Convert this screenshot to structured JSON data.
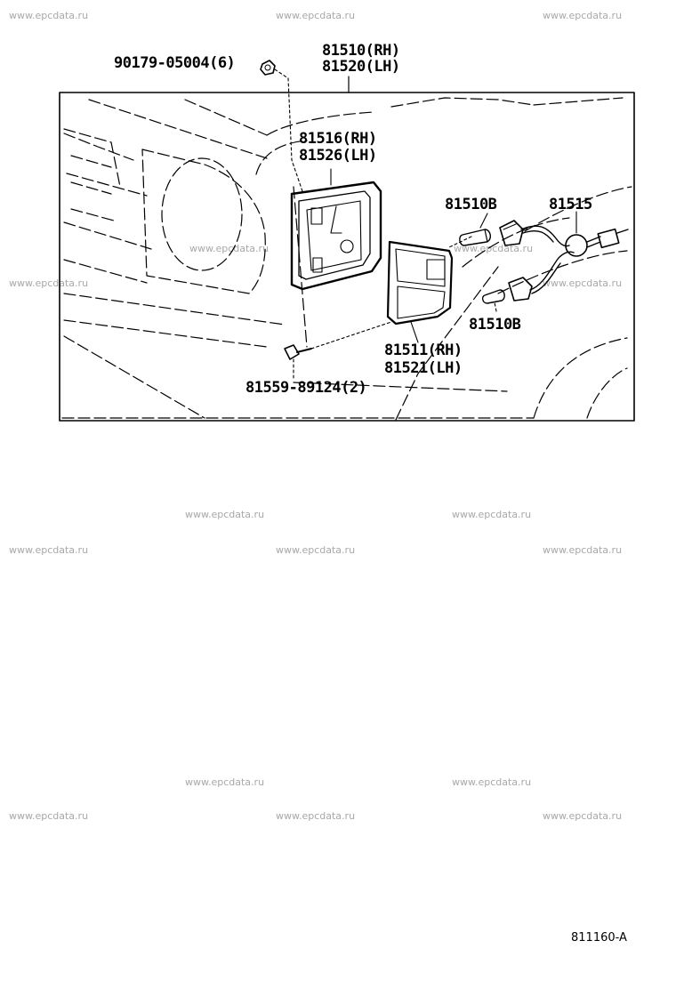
{
  "watermark": "www.epcdata.ru",
  "parts": {
    "bolt_top": "90179-05004(6)",
    "lamp_assy_rh": "81510(RH)",
    "lamp_assy_lh": "81520(LH)",
    "housing_rh": "81516(RH)",
    "housing_lh": "81526(LH)",
    "bulb_upper": "81510B",
    "socket": "81515",
    "bulb_lower": "81510B",
    "lens_rh": "81511(RH)",
    "lens_lh": "81521(LH)",
    "screw": "81559-89124(2)"
  },
  "illustration_code": "811160-A"
}
